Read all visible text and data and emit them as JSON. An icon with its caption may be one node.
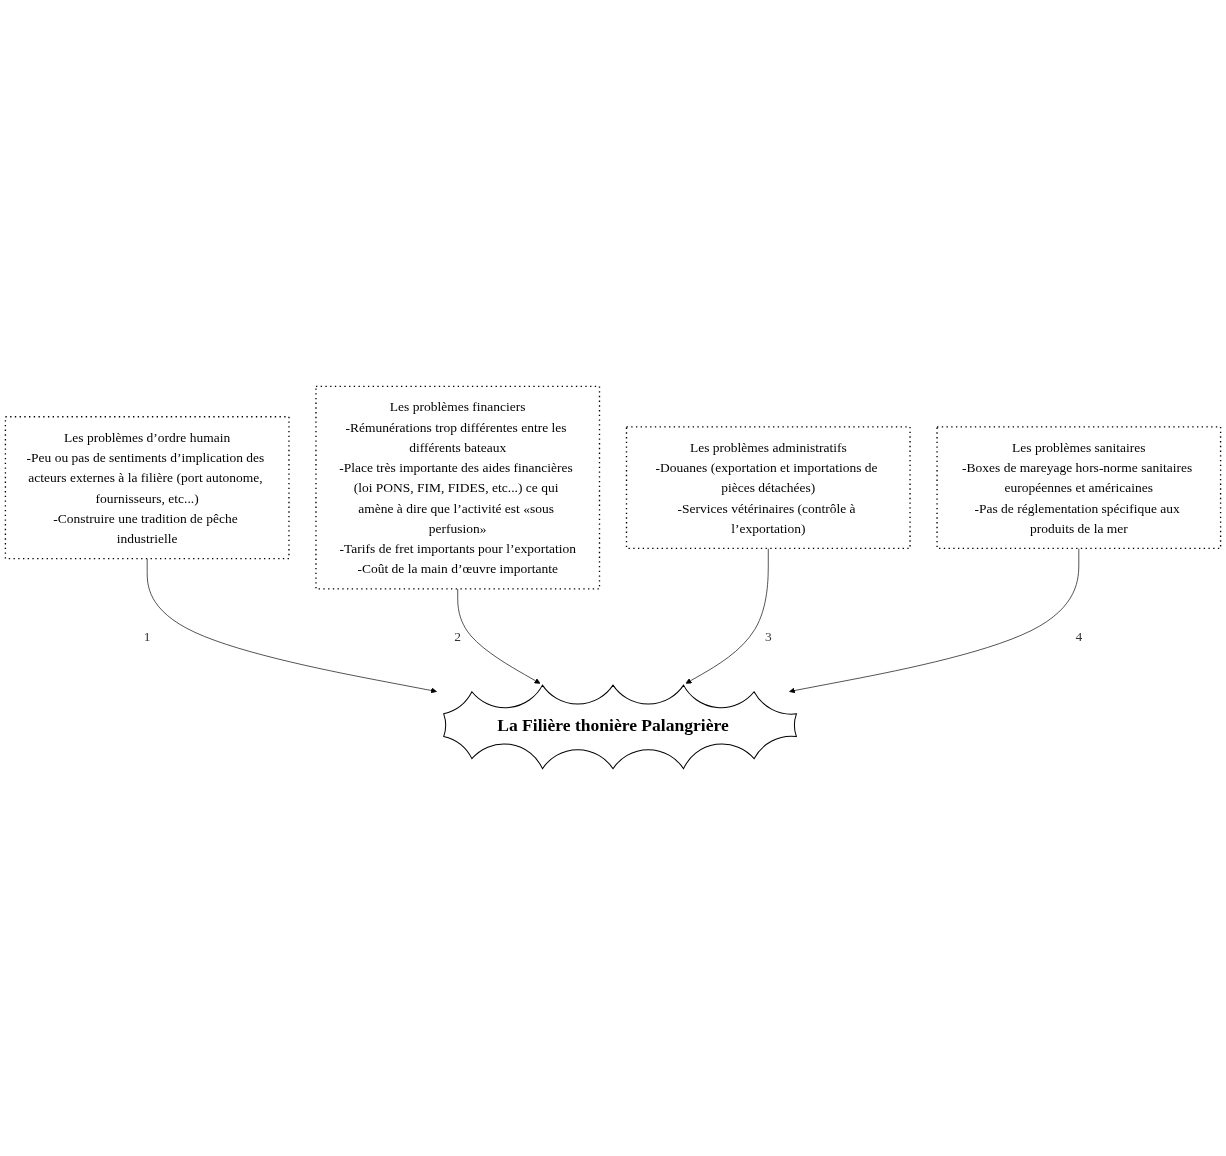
{
  "diagram": {
    "nodes": [
      {
        "text": [
          "Les problèmes d’ordre humain",
          "-Peu ou pas de sentiments d’implication des acteurs externes à la filière (port autonome, fournisseurs, etc...)",
          "-Construire une tradition de pêche industrielle"
        ]
      },
      {
        "text": [
          "Les problèmes administratifs",
          "-Douanes (exportation et importations de pièces détachées)",
          "-Services vétérinaires (contrôle à l’exportation)"
        ]
      },
      {
        "text": [
          "La Filière thonière Palangrière"
        ]
      },
      {
        "text": [
          "Les problèmes financiers",
          "-Rémunérations trop différentes entre les différents bateaux",
          "-Place très importante des aides financières (loi PONS, FIM, FIDES, etc...) ce qui amène à dire que l’activité est «sous perfusion»",
          "-Tarifs de fret importants pour l’exportation",
          "-Coût de la main d’œuvre importante"
        ]
      },
      {
        "text": [
          "Les problèmes sanitaires",
          "-Boxes de mareyage hors-norme sanitaires européennes et américaines",
          "-Pas de réglementation spécifique aux produits de la mer"
        ]
      }
    ],
    "edges": [
      {
        "from": 0,
        "to": 2,
        "arrow": "to",
        "label": "1"
      },
      {
        "from": 3,
        "to": 2,
        "arrow": "to",
        "label": "2"
      },
      {
        "from": 1,
        "to": 2,
        "arrow": "to",
        "label": "3"
      },
      {
        "from": 4,
        "to": 2,
        "arrow": "to",
        "label": "4"
      }
    ]
  }
}
